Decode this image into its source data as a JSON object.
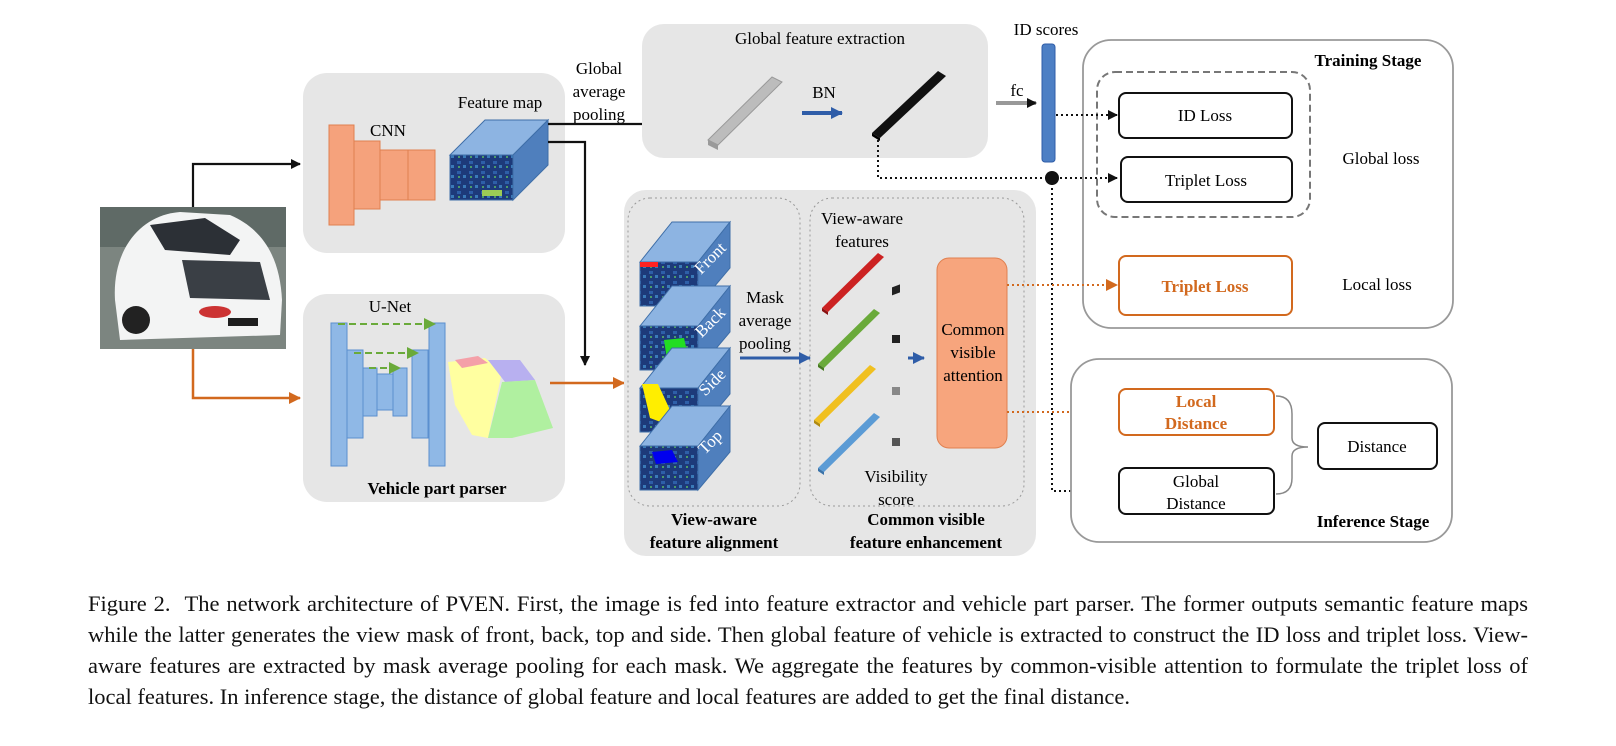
{
  "figure": {
    "cnn_label": "CNN",
    "feature_map_label": "Feature map",
    "gap_label": [
      "Global",
      "average",
      "pooling"
    ],
    "unet_label": "U-Net",
    "parser_label": "Vehicle part parser",
    "global_extraction_label": "Global feature extraction",
    "bn_label": "BN",
    "fc_label": "fc",
    "id_scores_label": "ID scores",
    "view_labels": [
      "Front",
      "Back",
      "Side",
      "Top"
    ],
    "map_label": [
      "Mask",
      "average",
      "pooling"
    ],
    "view_aware_features_label": [
      "View-aware",
      "features"
    ],
    "visibility_score_label": [
      "Visibility",
      "score"
    ],
    "attention_label": [
      "Common",
      "visible",
      "attention"
    ],
    "alignment_label": [
      "View-aware",
      "feature alignment"
    ],
    "enhancement_label": [
      "Common visible",
      "feature enhancement"
    ],
    "training_stage_label": "Training Stage",
    "id_loss_label": "ID Loss",
    "triplet_loss_label": "Triplet Loss",
    "global_loss_label": "Global loss",
    "local_triplet_loss_label": "Triplet Loss",
    "local_loss_label": "Local loss",
    "inference_stage_label": "Inference Stage",
    "local_distance_label": [
      "Local",
      "Distance"
    ],
    "global_distance_label": [
      "Global",
      "Distance"
    ],
    "distance_label": "Distance"
  },
  "colors": {
    "cnn": "#f5a27c",
    "unet": "#8fb8e6",
    "feature_cube": "#5b8fcf",
    "orange_accent": "#d2691e",
    "blue_arrow": "#2f5da8",
    "panel_gray": "#e6e6e6",
    "front_feature": "#cc2222",
    "back_feature": "#6aaa3a",
    "side_feature": "#f0c020",
    "top_feature": "#5b9bd5",
    "attention_box": "#f7a57d"
  },
  "caption": {
    "label": "Figure 2.",
    "text": "The network architecture of PVEN. First, the image is fed into feature extractor and vehicle part parser. The former outputs semantic feature maps while the latter generates the view mask of front, back, top and side. Then global feature of vehicle is extracted to construct the ID loss and triplet loss. View-aware features are extracted by mask average pooling for each mask. We aggregate the features by common-visible attention to formulate the triplet loss of local features. In inference stage, the distance of global feature and local features are added to get the final distance."
  }
}
